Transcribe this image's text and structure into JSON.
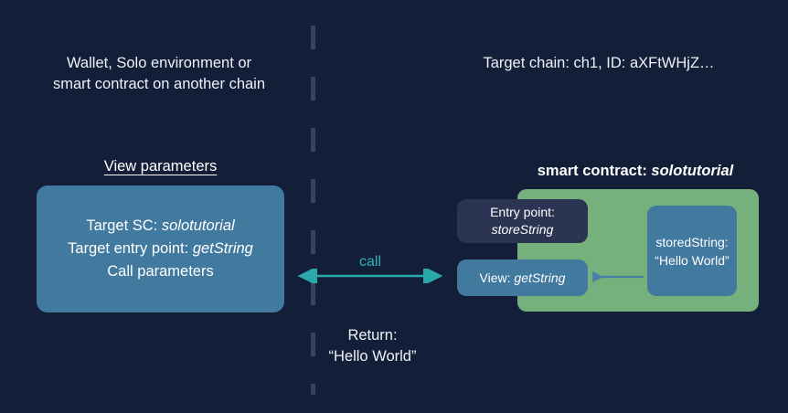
{
  "diagram": {
    "type": "flow-diagram",
    "background_color": "#131f38",
    "title_left": "Wallet, Solo environment or\nsmart contract on another chain",
    "title_right": "Target chain: ch1, ID: aXFtWHjZ…",
    "divider": {
      "name": "chain-boundary-divider",
      "style": "dashed-vertical",
      "color": "#39425f"
    },
    "left_panel": {
      "heading": "View parameters",
      "box": {
        "color": "#41799f",
        "lines": [
          {
            "label": "Target SC: ",
            "value": "solotutorial"
          },
          {
            "label": "Target entry point: ",
            "value": "getString"
          },
          {
            "label": "Call parameters",
            "value": ""
          }
        ]
      }
    },
    "center": {
      "call_label": "call",
      "call_label_color": "#2fb2b4",
      "arrow_color": "#2aa8aa",
      "arrow_direction": "bidirectional",
      "return_label": "Return:\n“Hello World”"
    },
    "right_panel": {
      "heading_label": "smart contract: ",
      "heading_value": "solotutorial",
      "container_color": "#76b07c",
      "entry_point": {
        "line1": "Entry point:",
        "line2": "storeString",
        "color": "#2b3452"
      },
      "view": {
        "label": "View: ",
        "value": "getString",
        "color": "#41799f"
      },
      "stored_string": {
        "line1": "storedString:",
        "line2": "“Hello World”",
        "color": "#41799f"
      },
      "inner_arrow": {
        "color": "#4a80a8",
        "direction": "left"
      }
    }
  }
}
